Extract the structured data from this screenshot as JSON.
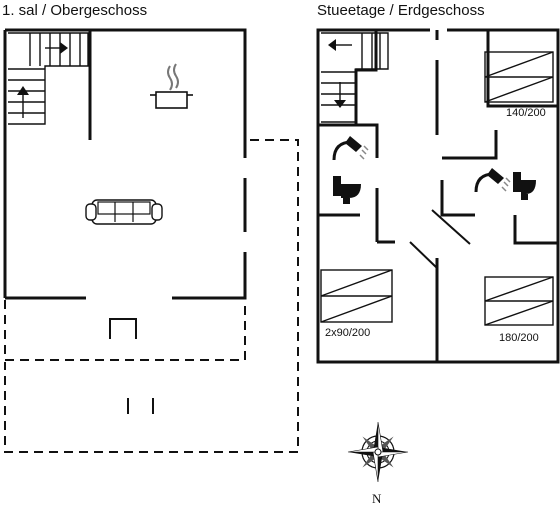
{
  "floors": {
    "upper": {
      "title": "1. sal / Obergeschoss"
    },
    "ground": {
      "title": "Stueetage / Erdgeschoss"
    }
  },
  "beds": {
    "bed_top_right": "140/200",
    "bed_left": "2x90/200",
    "bed_bottom_right": "180/200"
  },
  "compass": {
    "north_label": "N"
  },
  "icons": [
    "stairs-icon",
    "kitchen-pot-icon",
    "sofa-icon",
    "shower-icon",
    "toilet-icon",
    "bed-icon",
    "compass-rose-icon"
  ]
}
